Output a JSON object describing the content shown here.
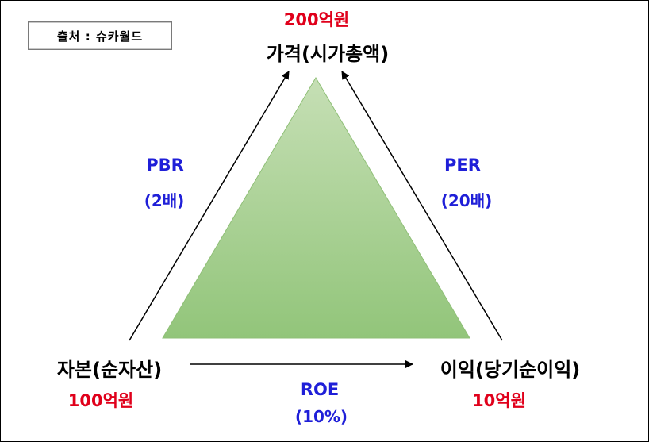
{
  "source_label": "출처 : 슈카월드",
  "nodes": {
    "top": {
      "label": "가격(시가총액)",
      "amount": "200억원"
    },
    "left": {
      "label": "자본(순자산)",
      "amount": "100억원"
    },
    "right": {
      "label": "이익(당기순이익)",
      "amount": "10억원"
    }
  },
  "relations": {
    "left_edge": {
      "name": "PBR",
      "value": "(2배)"
    },
    "right_edge": {
      "name": "PER",
      "value": "(20배)"
    },
    "bottom_edge": {
      "name": "ROE",
      "value": "(10%)"
    }
  },
  "colors": {
    "amount_text": "#e0001b",
    "ratio_text": "#1f1fd8",
    "node_text": "#000000",
    "triangle_top": "#c6dfb5",
    "triangle_bottom": "#92c57a"
  }
}
